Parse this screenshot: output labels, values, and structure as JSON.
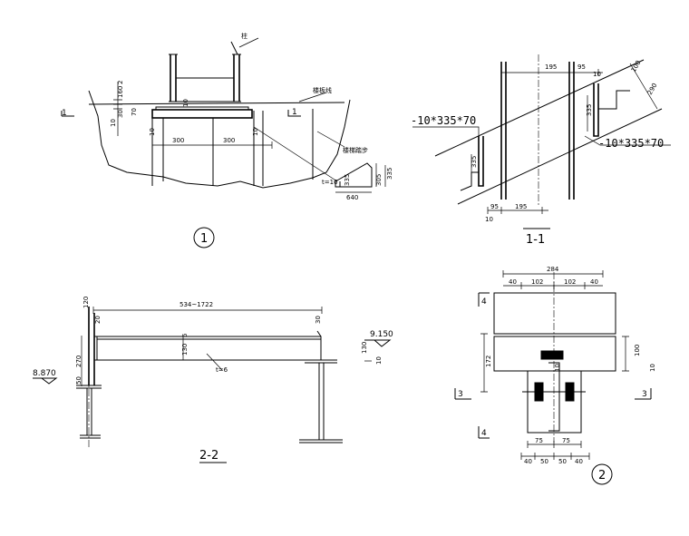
{
  "detail1": {
    "labels": {
      "column": "柱",
      "plate": "楼板线",
      "stair": "楼梯踏步"
    },
    "section_mark": "1",
    "dims": {
      "d160": "160",
      "d2": "2",
      "d30": "30",
      "d10a": "10",
      "d70": "70",
      "d10b": "10",
      "d10c": "10",
      "d300a": "300",
      "d300b": "300",
      "d10d": "10",
      "d335": "335",
      "d335b": "335",
      "d305": "305",
      "d640": "640",
      "t10": "t=10"
    },
    "number": "1"
  },
  "detail11": {
    "plate_left": "-10*335*70",
    "plate_right": "-10*335*70",
    "dims": {
      "d195t": "195",
      "d95t": "95",
      "d10t": "10",
      "d100": "100",
      "d290": "290",
      "d335r": "335",
      "d335l": "335",
      "d95b": "95",
      "d195b": "195",
      "d10b": "10"
    },
    "title": "1-1"
  },
  "detail22": {
    "dims": {
      "span": "534~1722",
      "d120": "120",
      "d20": "20",
      "d30": "30",
      "d270": "270",
      "d50": "50",
      "d130": "130",
      "d6": "6",
      "d130r": "130",
      "d10r": "10"
    },
    "elev_left": "8.870",
    "elev_right": "9.150",
    "weld": "t=6",
    "title": "2-2"
  },
  "detail2": {
    "dims": {
      "d284": "284",
      "d40a": "40",
      "d102a": "102",
      "d102b": "102",
      "d40b": "40",
      "d172": "172",
      "d100": "100",
      "d10": "10",
      "d10w": "10",
      "d75a": "75",
      "d75b": "75",
      "d40c": "40",
      "d50a": "50",
      "d50b": "50",
      "d40d": "40"
    },
    "marks": {
      "s4t": "4",
      "s4b": "4",
      "s3l": "3",
      "s3r": "3"
    },
    "number": "2"
  }
}
